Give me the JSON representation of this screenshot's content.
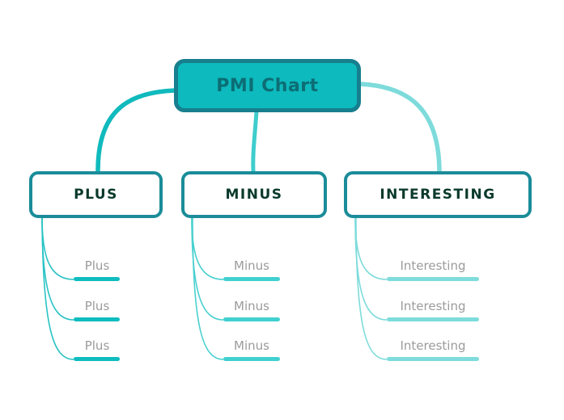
{
  "title": "PMI Chart",
  "colors": {
    "background": "#ffffff",
    "root_fill": "#0dbabd",
    "root_border": "#177f8e",
    "root_text": "#0c6d75",
    "branch_border": "#1b8c99",
    "branch_text": "#0a392b",
    "leaf_text": "#9b9b9b"
  },
  "root": {
    "label": "PMI Chart"
  },
  "branches": [
    {
      "label": "PLUS",
      "connector_color": "#10babd",
      "child_connector_color": "#2ac3c5",
      "underline_color": "#0fbcbe",
      "children": [
        {
          "label": "Plus"
        },
        {
          "label": "Plus"
        },
        {
          "label": "Plus"
        }
      ]
    },
    {
      "label": "MINUS",
      "connector_color": "#3fcdcd",
      "child_connector_color": "#4ad0d0",
      "underline_color": "#41d0d0",
      "children": [
        {
          "label": "Minus"
        },
        {
          "label": "Minus"
        },
        {
          "label": "Minus"
        }
      ]
    },
    {
      "label": "INTERESTING",
      "connector_color": "#7edbdb",
      "child_connector_color": "#7edbdb",
      "underline_color": "#7edcdc",
      "children": [
        {
          "label": "Interesting"
        },
        {
          "label": "Interesting"
        },
        {
          "label": "Interesting"
        }
      ]
    }
  ]
}
